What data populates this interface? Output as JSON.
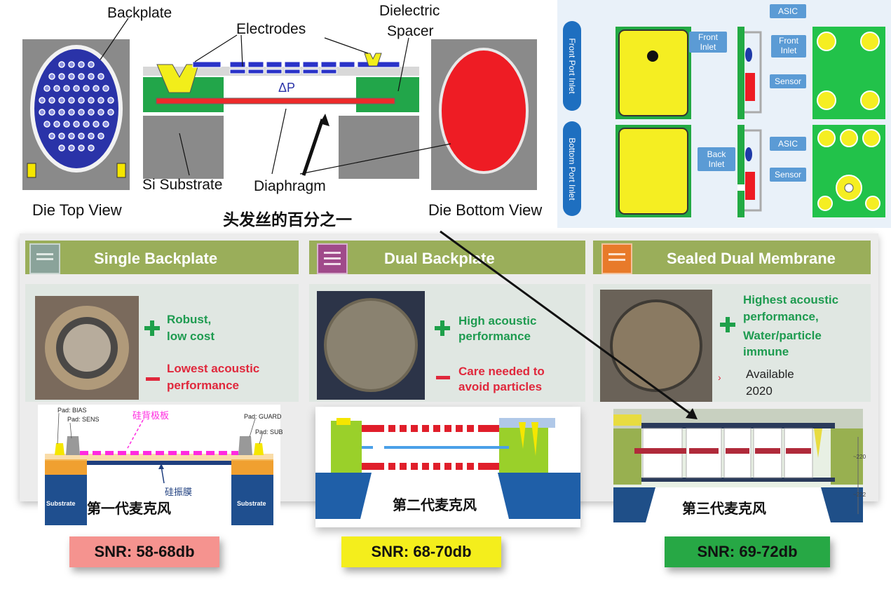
{
  "mems": {
    "backplate": "Backplate",
    "electrodes": "Electrodes",
    "dielectric": "Dielectric",
    "spacer": "Spacer",
    "delta_p": "ΔP",
    "si_substrate": "Si Substrate",
    "diaphragm": "Diaphragm",
    "die_top": "Die Top View",
    "die_bottom": "Die Bottom View",
    "hair": "头发丝的百分之一"
  },
  "ports": {
    "front_port": "Front Port Inlet",
    "bottom_port": "Bottom Port Inlet",
    "front_inlet": "Front Inlet",
    "asic": "ASIC",
    "sensor": "Sensor",
    "back_inlet": "Back Inlet"
  },
  "panels": [
    {
      "title": "Single Backplate",
      "pro": [
        "Robust,",
        "low cost"
      ],
      "con": [
        "Lowest acoustic",
        "performance"
      ],
      "label": "第一代麦克风",
      "snr": "SNR: 58-68db",
      "snr_color": "#f5938f",
      "icon_color": "#8aa39a"
    },
    {
      "title": "Dual Backplate",
      "pro": [
        "High acoustic",
        "performance"
      ],
      "con": [
        "Care needed to",
        "avoid particles"
      ],
      "label": "第二代麦克风",
      "snr": "SNR: 68-70db",
      "snr_color": "#f4ee1c",
      "icon_color": "#a04a8a"
    },
    {
      "title": "Sealed Dual Membrane",
      "pro": [
        "Highest acoustic",
        "performance,",
        "Water/particle",
        "immune"
      ],
      "available": [
        "Available",
        "2020"
      ],
      "label": "第三代麦克风",
      "snr": "SNR: 69-72db",
      "snr_color": "#27a845",
      "icon_color": "#e87a2a"
    }
  ],
  "gen1": {
    "pad_bias": "Pad: BIAS",
    "pad_sens": "Pad: SENS",
    "pad_guard": "Pad: GUARD",
    "pad_sub": "Pad: SUB",
    "backplate_cn": "硅背极板",
    "membrane_cn": "硅振膜",
    "substrate": "Substrate"
  },
  "gen3": {
    "scale_top": "~220",
    "scale_bottom": "~222"
  }
}
